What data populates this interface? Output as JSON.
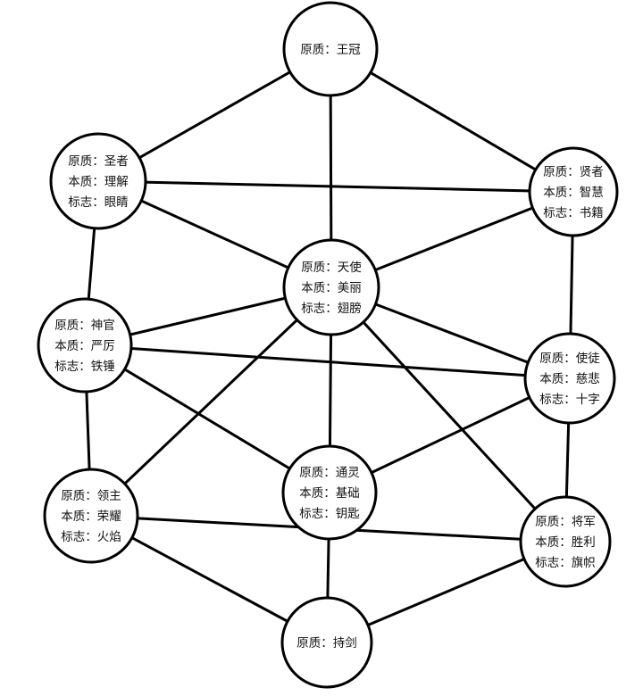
{
  "nodes": [
    {
      "id": "wangguan",
      "lines": [
        "原质：王冠"
      ]
    },
    {
      "id": "shengzhe",
      "lines": [
        "原质：圣者",
        "本质：理解",
        "标志：眼睛"
      ]
    },
    {
      "id": "xianzhe",
      "lines": [
        "原质：贤者",
        "本质：智慧",
        "标志：书籍"
      ]
    },
    {
      "id": "tianshi",
      "lines": [
        "原质：天使",
        "本质：美丽",
        "标志：翅膀"
      ]
    },
    {
      "id": "shenguan",
      "lines": [
        "原质：神官",
        "本质：严厉",
        "标志：铁锤"
      ]
    },
    {
      "id": "shitu",
      "lines": [
        "原质：使徒",
        "本质：慈悲",
        "标志：十字"
      ]
    },
    {
      "id": "tongling",
      "lines": [
        "原质：通灵",
        "本质：基础",
        "标志：钥匙"
      ]
    },
    {
      "id": "lingzhu",
      "lines": [
        "原质：领主",
        "本质：荣耀",
        "标志：火焰"
      ]
    },
    {
      "id": "jiangjun",
      "lines": [
        "原质：将军",
        "本质：胜利",
        "标志：旗帜"
      ]
    },
    {
      "id": "chijian",
      "lines": [
        "原质：持剑"
      ]
    }
  ],
  "edges": [
    [
      "wangguan",
      "shengzhe"
    ],
    [
      "wangguan",
      "xianzhe"
    ],
    [
      "wangguan",
      "tianshi"
    ],
    [
      "shengzhe",
      "xianzhe"
    ],
    [
      "shengzhe",
      "tianshi"
    ],
    [
      "shengzhe",
      "shenguan"
    ],
    [
      "xianzhe",
      "tianshi"
    ],
    [
      "xianzhe",
      "shitu"
    ],
    [
      "tianshi",
      "shenguan"
    ],
    [
      "tianshi",
      "shitu"
    ],
    [
      "tianshi",
      "lingzhu"
    ],
    [
      "tianshi",
      "tongling"
    ],
    [
      "tianshi",
      "jiangjun"
    ],
    [
      "shenguan",
      "shitu"
    ],
    [
      "shenguan",
      "tongling"
    ],
    [
      "shenguan",
      "lingzhu"
    ],
    [
      "shitu",
      "tongling"
    ],
    [
      "shitu",
      "jiangjun"
    ],
    [
      "lingzhu",
      "jiangjun"
    ],
    [
      "lingzhu",
      "chijian"
    ],
    [
      "tongling",
      "chijian"
    ],
    [
      "jiangjun",
      "chijian"
    ]
  ]
}
